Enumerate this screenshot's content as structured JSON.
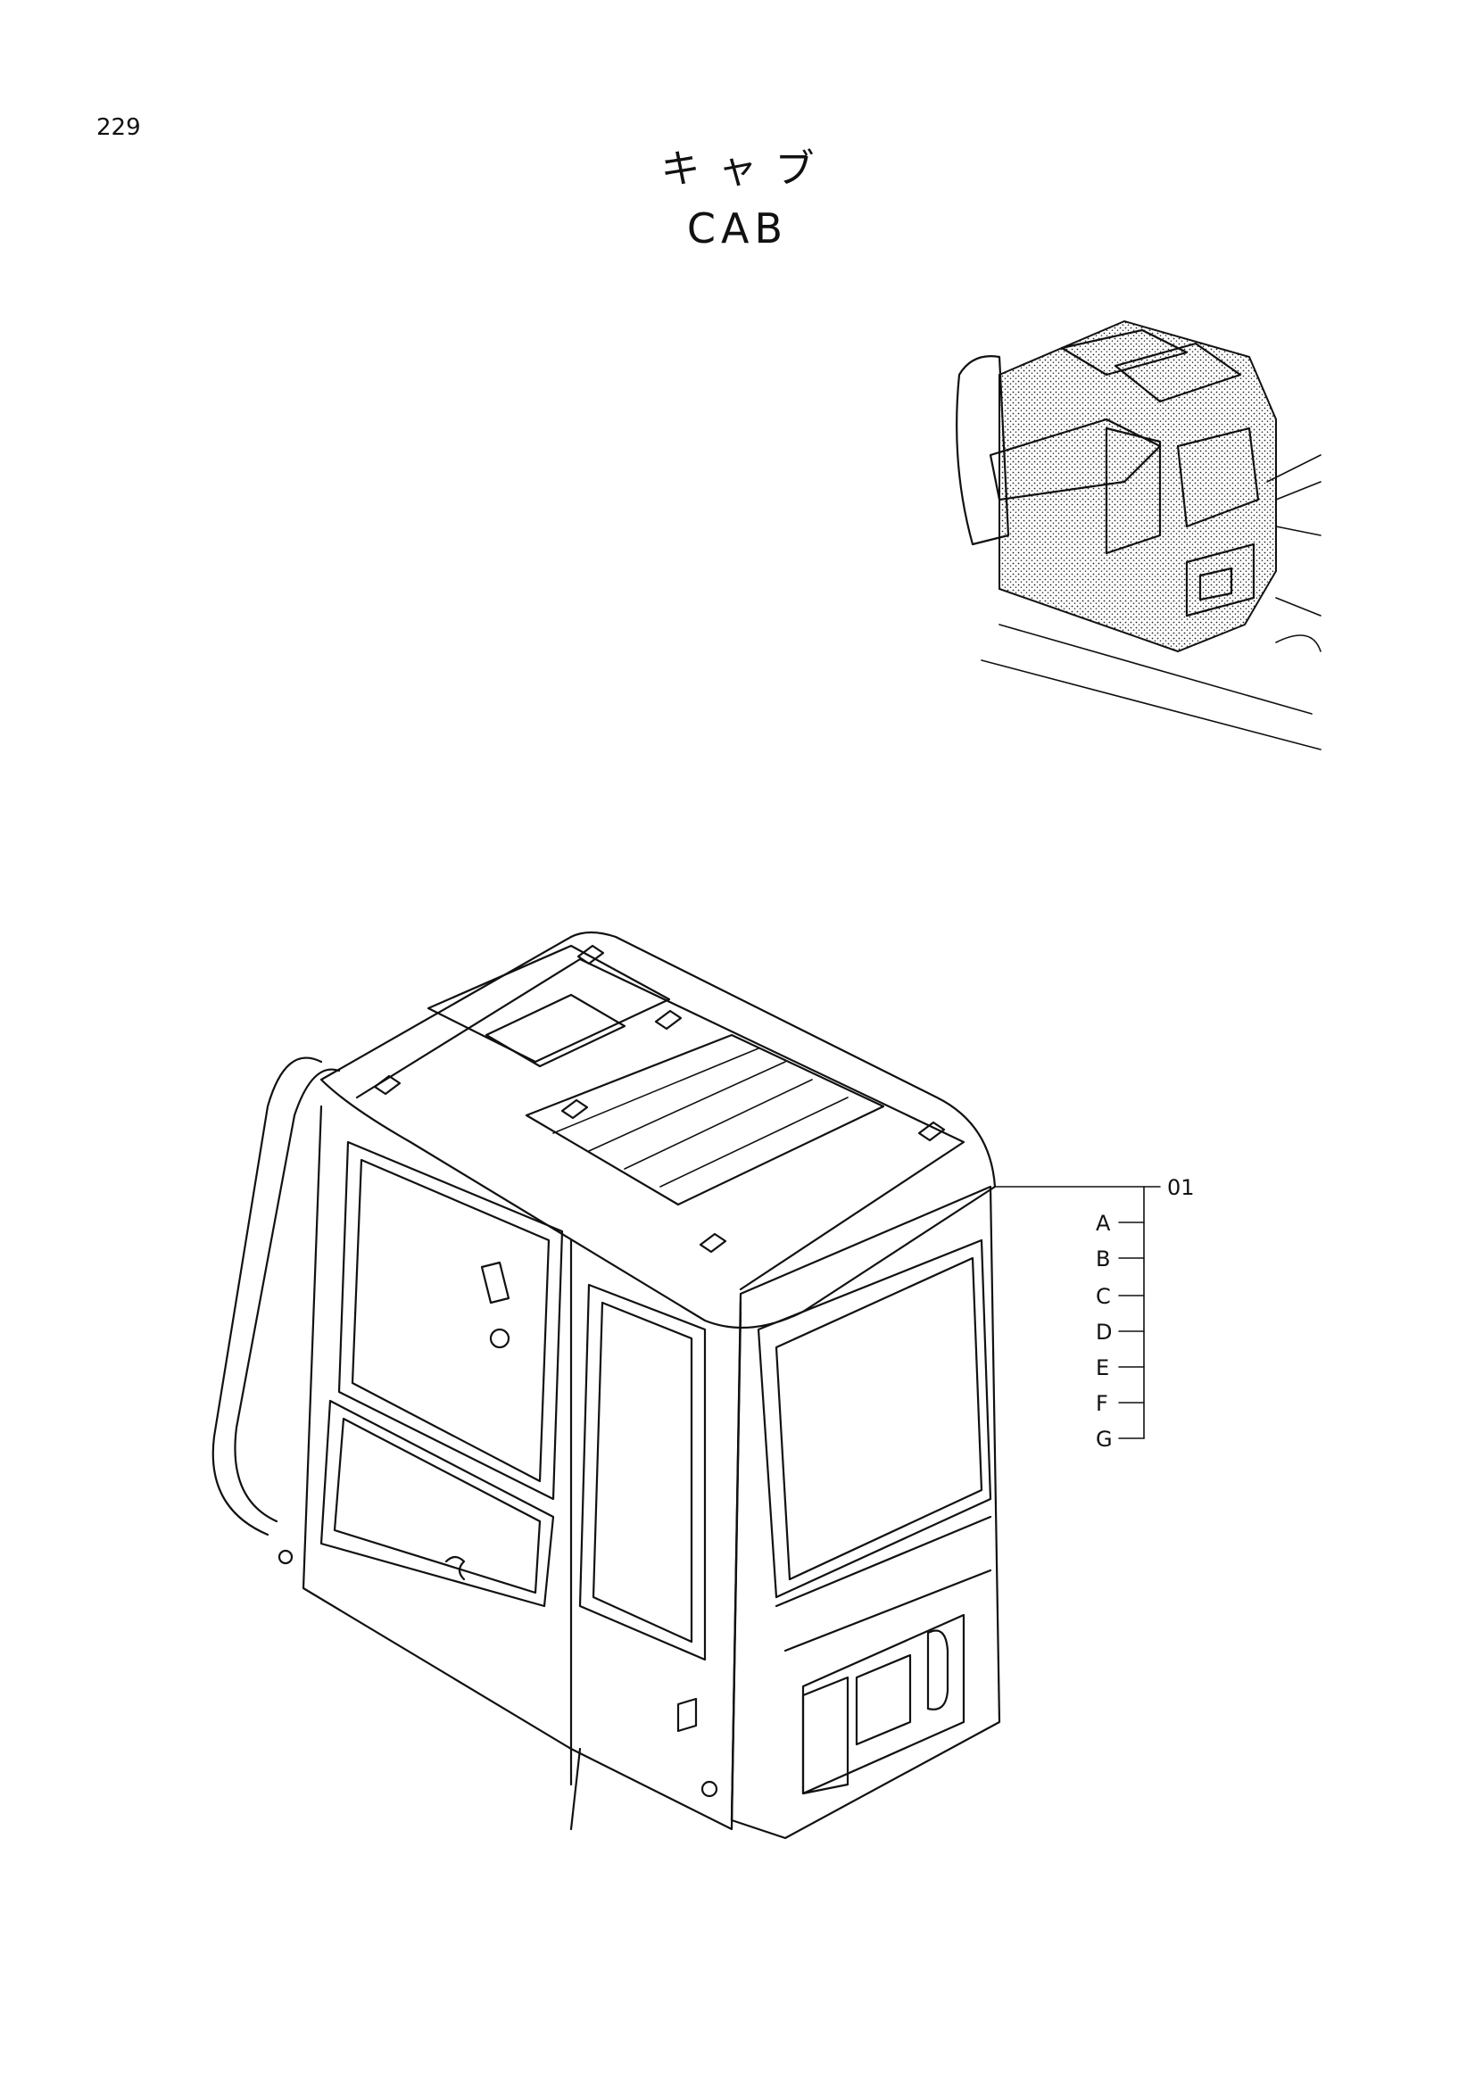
{
  "page": {
    "number": "229"
  },
  "title": {
    "japanese": "キャブ",
    "english": "CAB"
  },
  "callouts": {
    "part": "01",
    "items": [
      "A",
      "B",
      "C",
      "D",
      "E",
      "F",
      "G"
    ]
  }
}
